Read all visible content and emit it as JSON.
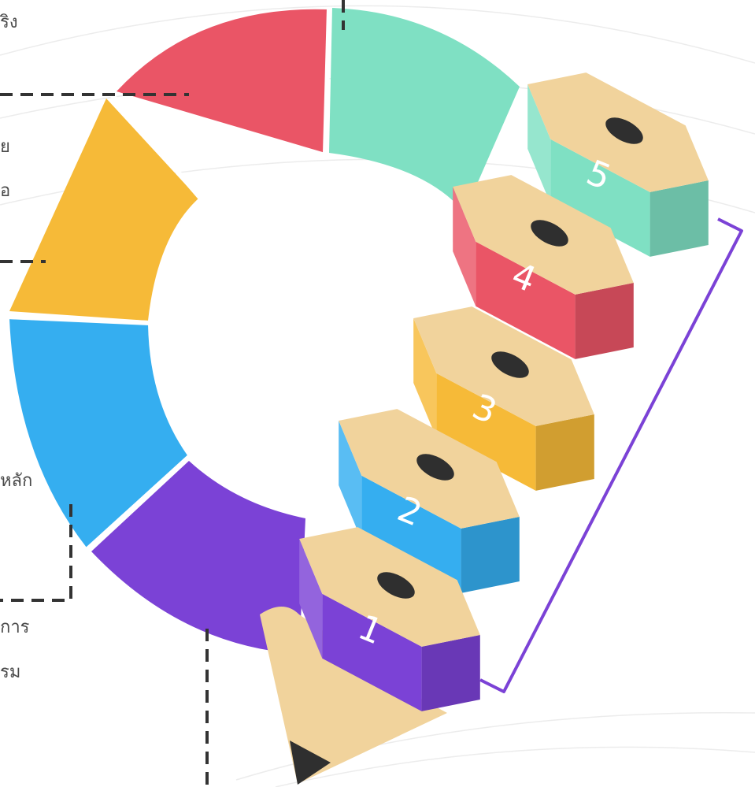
{
  "colors": {
    "purple": "#7B42D6",
    "blue": "#35AEF0",
    "yellow": "#F6BA38",
    "red": "#EA5566",
    "mint": "#7FE0C3",
    "wood": "#F1D39C",
    "lead": "#2F2F2F",
    "bracket": "#7B42D6",
    "dash": "#333333",
    "text": "#4a4a4a"
  },
  "pencils": [
    {
      "label": "1",
      "color_key": "purple"
    },
    {
      "label": "2",
      "color_key": "blue"
    },
    {
      "label": "3",
      "color_key": "yellow"
    },
    {
      "label": "4",
      "color_key": "red"
    },
    {
      "label": "5",
      "color_key": "mint"
    }
  ],
  "text_fragments": [
    {
      "text": "ริง"
    },
    {
      "text": "ย"
    },
    {
      "text": "อ"
    },
    {
      "text": "หลัก"
    },
    {
      "text": "การ"
    },
    {
      "text": "รม"
    }
  ]
}
